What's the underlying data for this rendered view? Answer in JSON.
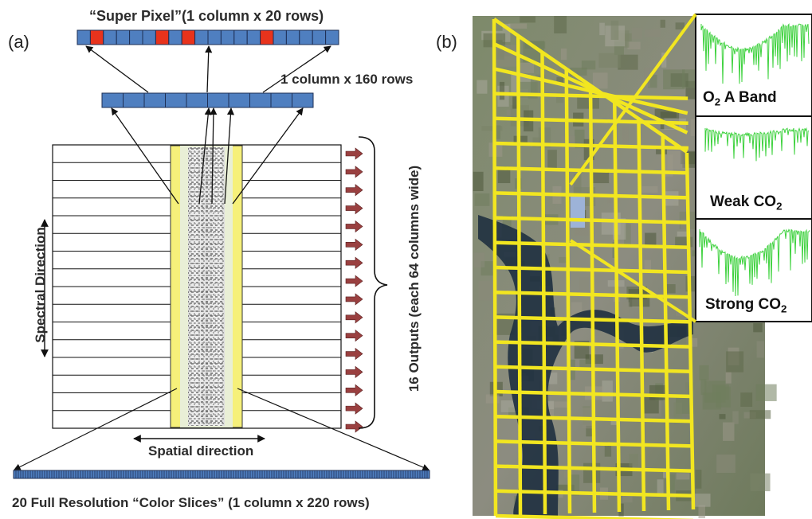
{
  "panel_a": {
    "letter": "(a)",
    "superpixel_title": "“Super Pixel”(1 column x 20 rows)",
    "column_label": "1 column x 160 rows",
    "spectral_label": "Spectral Direction",
    "spatial_label": "Spatial direction",
    "outputs_label": "16 Outputs (each 64 columns wide)",
    "slices_label": "20 Full Resolution “Color Slices” (1 column x 220 rows)"
  },
  "panel_b": {
    "letter": "(b)",
    "insets": [
      {
        "name": "o2-a-band",
        "text": "O",
        "sub": "2",
        "tail": " A Band"
      },
      {
        "name": "weak-co2",
        "text": "Weak CO",
        "sub": "2",
        "tail": ""
      },
      {
        "name": "strong-co2",
        "text": "Strong CO",
        "sub": "2",
        "tail": ""
      }
    ]
  },
  "colors": {
    "pixel_blue": "#4f7fc0",
    "pixel_red": "#e8331c",
    "grid_yellow": "#f2e620",
    "arrow_red": "#9a4040",
    "spectrum_green": "#3fd23f"
  },
  "icons": {
    "output_arrow": "right-arrow-icon"
  }
}
